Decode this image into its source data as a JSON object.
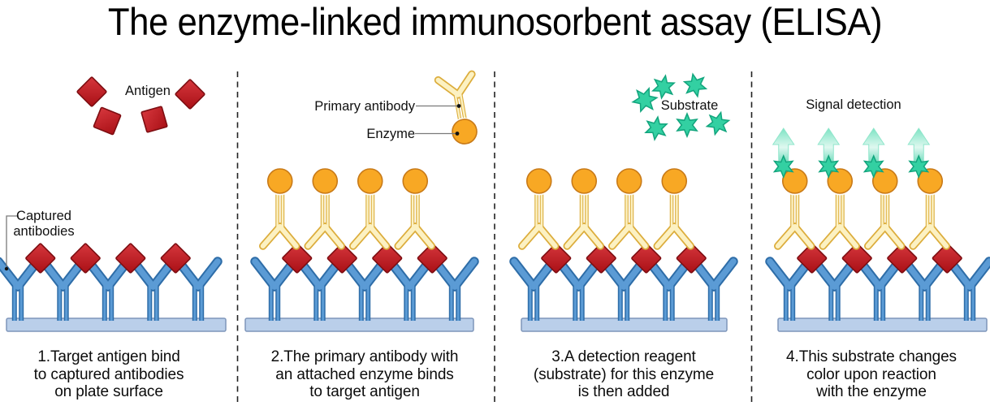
{
  "title": "The enzyme-linked immunosorbent assay (ELISA)",
  "colors": {
    "background": "#ffffff",
    "text": "#101010",
    "antigen_red": "#C8232A",
    "antigen_red_light": "#D6373D",
    "antigen_red_shade": "#A91016",
    "antigen_red_dark": "#7E0E12",
    "antibody_blue": "#5B9BD5",
    "antibody_blue_dark": "#2E6DA8",
    "plate_fill": "#BACFEA",
    "plate_border": "#7E96BA",
    "antibody_yellow": "#FCF1C2",
    "antibody_yellow_dark": "#DCAD3C",
    "enzyme_orange": "#F8A824",
    "enzyme_orange_dark": "#C87A18",
    "substrate_green": "#33D0A2",
    "substrate_green_dark": "#12A57D",
    "arrow_teal_top": "#7CE3C3",
    "arrow_teal_light": "#DFF8F0",
    "arrow_teal": "#3DCFA5",
    "arrow_teal_edge": "#8FE6CB",
    "leader_line": "#7a7a7a",
    "dot": "#111111",
    "divider": "#222222"
  },
  "panels": [
    {
      "caption": "1.Target antigen bind\nto captured antibodies\non plate surface",
      "labels": {
        "antigen": "Antigen",
        "captured_antibodies": "Captured\nantibodies"
      }
    },
    {
      "caption": "2.The primary antibody with\nan attached enzyme binds\nto target antigen",
      "labels": {
        "primary_antibody": "Primary antibody",
        "enzyme": "Enzyme"
      }
    },
    {
      "caption": "3.A detection reagent\n(substrate) for this enzyme\nis then added",
      "labels": {
        "substrate": "Substrate"
      }
    },
    {
      "caption": "4.This substrate changes\ncolor upon reaction\nwith the enzyme",
      "labels": {
        "signal_detection": "Signal detection"
      }
    }
  ]
}
